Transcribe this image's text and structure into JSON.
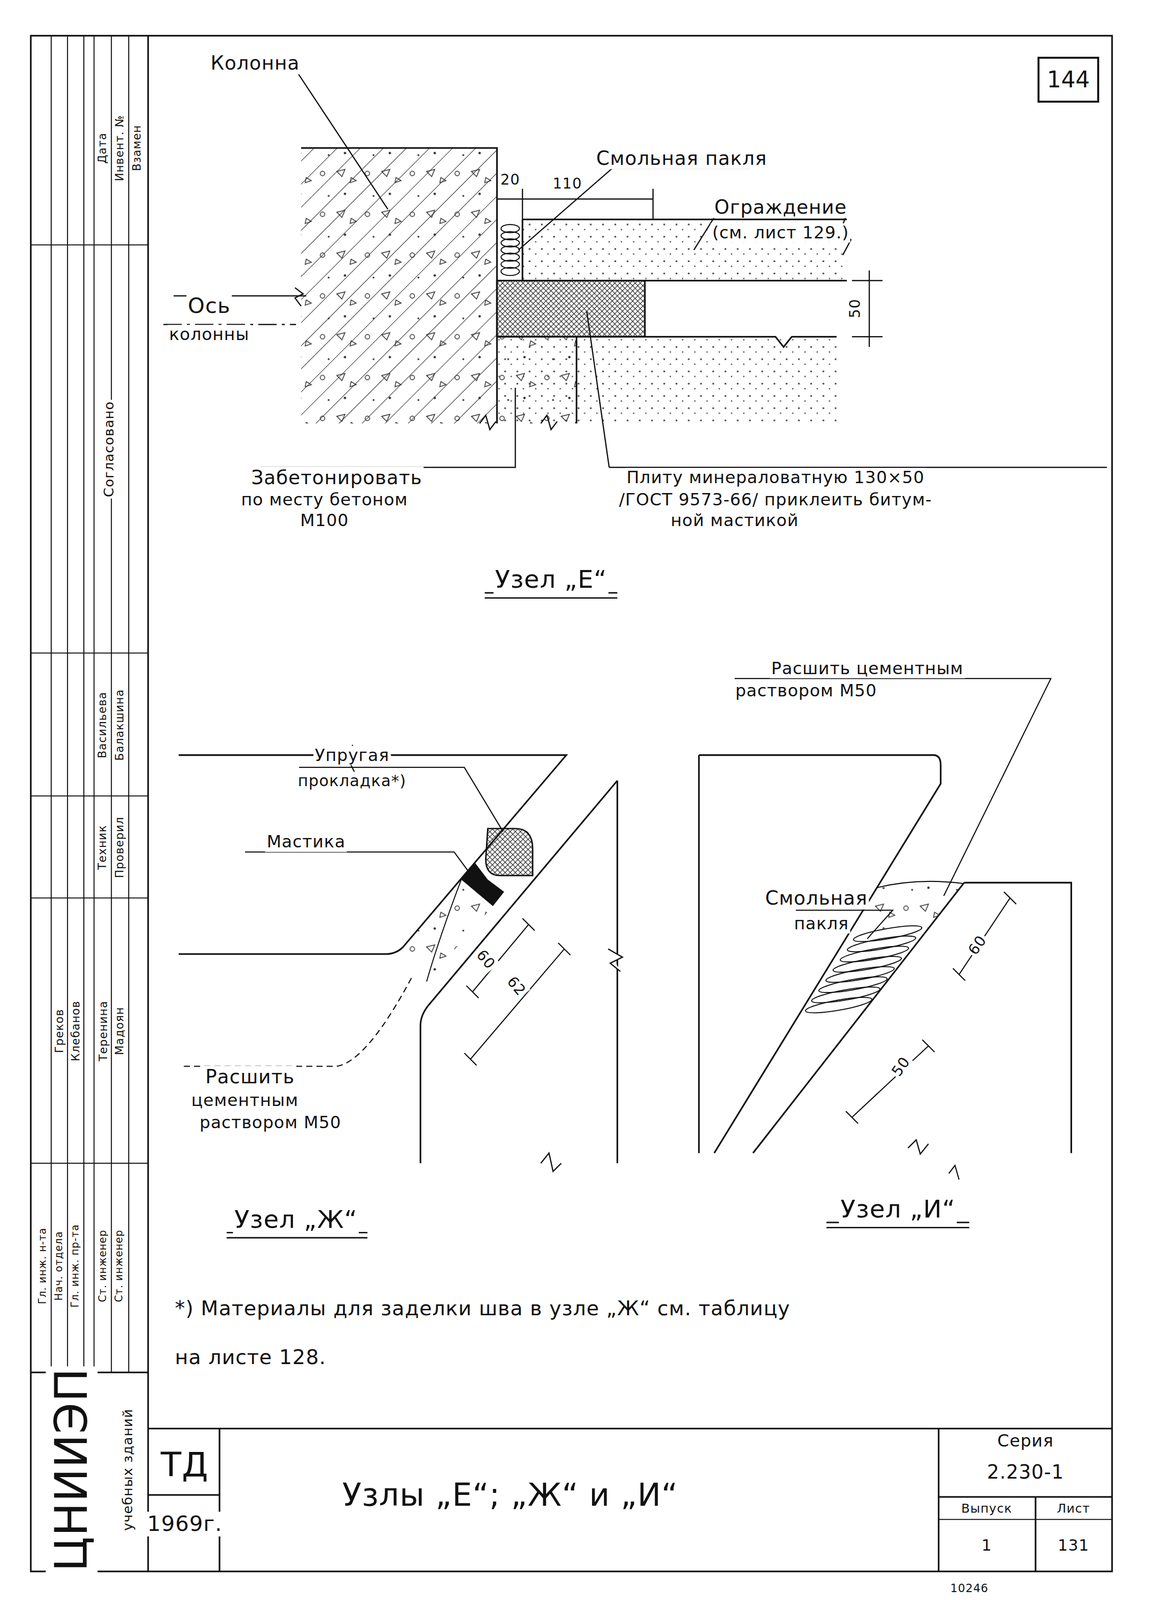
{
  "diagram": {
    "title": "Узлы „Е“; „Ж“ и „И“",
    "nodes": [
      {
        "text": [
          "144"
        ]
      }
    ],
    "labels": [
      "Колонна",
      "Смольная пакля",
      "20",
      "110",
      "Ограждение",
      "(см. лист 129.)",
      "50",
      "Ось",
      "колонны",
      "Забетонировать",
      "по месту бетоном",
      "М100",
      "Плиту минераловатную 130×50",
      "/ГОСТ 9573-66/ приклеить битум-",
      "ной мастикой",
      "Узел „Е“",
      "Расшить цементным",
      "раствором М50",
      "Упругая",
      "прокладка*)",
      "Мастика",
      "60",
      "62",
      "Расшить",
      "цементным",
      "раствором М50",
      "Смольная",
      "пакля",
      "60",
      "50",
      "Узел „Ж“",
      "Узел „И“",
      "*) Материалы для заделки шва в узле „Ж“ см. таблицу",
      "на листе 128.",
      "ЦНИИЭП",
      "учебных зданий",
      "ТД",
      "1969г.",
      "Серия",
      "2.230-1",
      "Выпуск",
      "Лист",
      "1",
      "131",
      "10246",
      "Дата",
      "Инвент. №",
      "Взамен",
      "Согласовано",
      "Васильева",
      "Балакшина",
      "Техник",
      "Проверил",
      "Гл. инж. н-та",
      "Нач. отдела",
      "Гл. инж. пр-та",
      "Ст. инженер",
      "Ст. инженер",
      "Греков",
      "Клебанов",
      "Теренина",
      "Мадоян"
    ]
  }
}
